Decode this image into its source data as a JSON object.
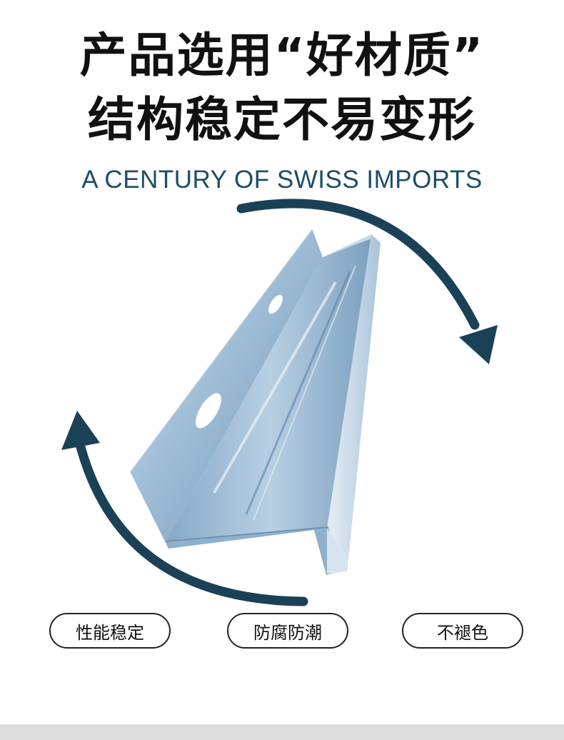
{
  "headline": {
    "line1": "产品选用“好材质”",
    "line2": "结构稳定不易变形"
  },
  "subtitle": "A CENTURY OF SWISS IMPORTS",
  "features": [
    {
      "label": "性能稳定"
    },
    {
      "label": "防腐防潮"
    },
    {
      "label": "不褪色"
    }
  ],
  "colors": {
    "arrow": "#1b4157",
    "subtitle": "#1d4c6b",
    "metal_light": "#c9dceb",
    "metal_dark": "#6f93b3"
  },
  "icons": [
    "curved-arrow-icon",
    "curved-arrow-icon"
  ]
}
